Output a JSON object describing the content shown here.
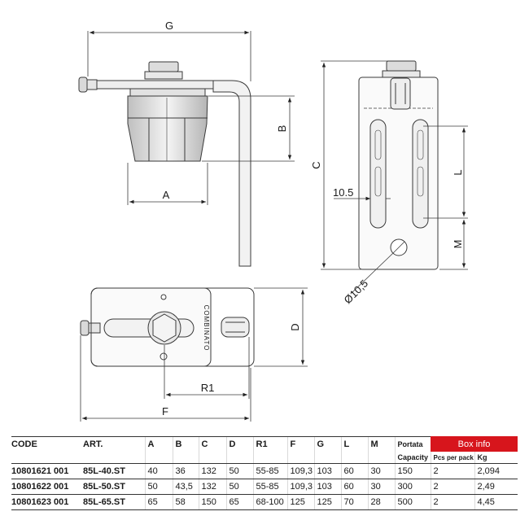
{
  "dimension_labels": {
    "G": "G",
    "A": "A",
    "B": "B",
    "C": "C",
    "D": "D",
    "F": "F",
    "L": "L",
    "M": "M",
    "R1": "R1",
    "slot_width": "10.5",
    "hole_diameter": "Ø10,5"
  },
  "brand_mark": "COMBINATO",
  "table": {
    "headers": [
      "CODE",
      "ART.",
      "A",
      "B",
      "C",
      "D",
      "R1",
      "F",
      "G",
      "L",
      "M",
      "Portata"
    ],
    "capacity_sublabel": "Capacity",
    "box_info_label": "Box info",
    "box_info_subheaders": [
      "Pcs per pack",
      "Kg"
    ],
    "rows": [
      {
        "code": "10801621  001",
        "art": "85L-40.ST",
        "A": "40",
        "B": "36",
        "C": "132",
        "D": "50",
        "R1": "55-85",
        "F": "109,3",
        "G": "103",
        "L": "60",
        "M": "30",
        "capacity": "150",
        "pcs": "2",
        "kg": "2,094"
      },
      {
        "code": "10801622  001",
        "art": "85L-50.ST",
        "A": "50",
        "B": "43,5",
        "C": "132",
        "D": "50",
        "R1": "55-85",
        "F": "109,3",
        "G": "103",
        "L": "60",
        "M": "30",
        "capacity": "300",
        "pcs": "2",
        "kg": "2,49"
      },
      {
        "code": "10801623  001",
        "art": "85L-65.ST",
        "A": "65",
        "B": "58",
        "C": "150",
        "D": "65",
        "R1": "68-100",
        "F": "125",
        "G": "125",
        "L": "70",
        "M": "28",
        "capacity": "500",
        "pcs": "2",
        "kg": "4,45"
      }
    ]
  },
  "colors": {
    "accent": "#d7151c",
    "line": "#3a3a3a",
    "fill": "#e6e6e6"
  }
}
